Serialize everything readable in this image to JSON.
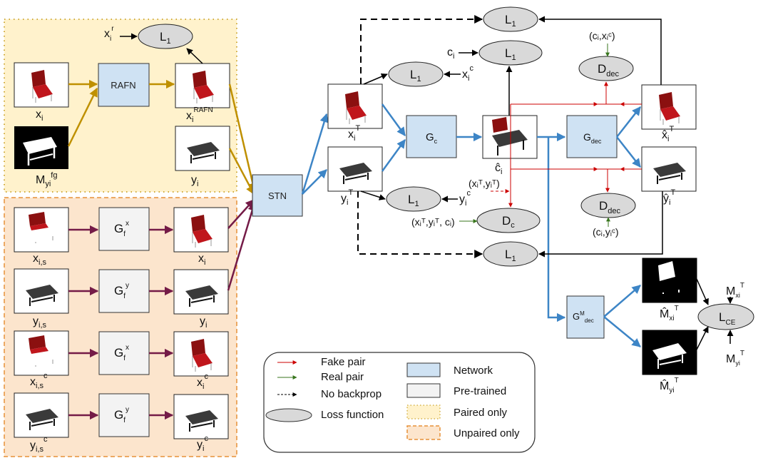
{
  "colors": {
    "paired_bg": "#fff2cc",
    "paired_border": "#bf9000",
    "unpaired_bg": "#fce5cd",
    "unpaired_border": "#e69138",
    "network_fill": "#cfe2f3",
    "pretrained_fill": "#f3f3f3",
    "loss_fill": "#d9d9d9",
    "gold_arrow": "#bf9000",
    "purple_arrow": "#741b47",
    "blue_arrow": "#3d85c6",
    "fake_pair": "#cc0000",
    "real_pair": "#38761d",
    "black": "#000000"
  },
  "networks": {
    "rafn": "RAFN",
    "stn": "STN",
    "gc_main": "G",
    "gc_sub": "c",
    "gdec_main": "G",
    "gdec_sub": "dec",
    "gmdec_main": "G",
    "gmdec_sup": "M",
    "gmdec_sub": "dec"
  },
  "pretrained": [
    {
      "main": "G",
      "sub": "f",
      "sup": "x"
    },
    {
      "main": "G",
      "sub": "f",
      "sup": "y"
    },
    {
      "main": "G",
      "sub": "f",
      "sup": "x"
    },
    {
      "main": "G",
      "sub": "f",
      "sup": "y"
    }
  ],
  "image_labels": {
    "xi": {
      "main": "x",
      "sub": "i",
      "sup": ""
    },
    "myi_fg": {
      "main": "M",
      "sub": "yi",
      "sup": "fg"
    },
    "xi_rafn": {
      "main": "x",
      "sub": "i",
      "sup": "RAFN"
    },
    "yi_paired": {
      "main": "y",
      "sub": "i",
      "sup": ""
    },
    "xis": {
      "main": "x",
      "sub": "i,s",
      "sup": ""
    },
    "xi_out": {
      "main": "x",
      "sub": "i",
      "sup": ""
    },
    "yis": {
      "main": "y",
      "sub": "i,s",
      "sup": ""
    },
    "yi_out": {
      "main": "y",
      "sub": "i",
      "sup": ""
    },
    "xis_c": {
      "main": "x",
      "sub": "i,s",
      "sup": "c"
    },
    "xi_c": {
      "main": "x",
      "sub": "i",
      "sup": "c"
    },
    "yis_c": {
      "main": "y",
      "sub": "i,s",
      "sup": "c"
    },
    "yi_c": {
      "main": "y",
      "sub": "i",
      "sup": "c"
    },
    "xiT": {
      "main": "x",
      "sub": "i",
      "sup": "T"
    },
    "yiT": {
      "main": "y",
      "sub": "i",
      "sup": "T"
    },
    "ci_hat": {
      "main": "ĉ",
      "sub": "i",
      "sup": ""
    },
    "xiT_hat": {
      "main": "x̂",
      "sub": "i",
      "sup": "T"
    },
    "yiT_hat": {
      "main": "ŷ",
      "sub": "i",
      "sup": "T"
    },
    "mxiT_hat": {
      "main": "M̂",
      "sub": "xi",
      "sup": "T"
    },
    "myiT_hat": {
      "main": "M̂",
      "sub": "yi",
      "sup": "T"
    }
  },
  "losses": {
    "l1_main": "L",
    "l1_sub": "1",
    "dc_main": "D",
    "dc_sub": "c",
    "ddec_main": "D",
    "ddec_sub": "dec",
    "lce_main": "L",
    "lce_sub": "CE"
  },
  "inputs": {
    "xi_r": {
      "main": "x",
      "sub": "i",
      "sup": "r"
    },
    "ci": {
      "main": "c",
      "sub": "i",
      "sup": ""
    },
    "xi_c_in": {
      "main": "x",
      "sub": "i",
      "sup": "c"
    },
    "yi_c_in": {
      "main": "y",
      "sub": "i",
      "sup": "c"
    },
    "xT_yT": "(xᵢᵀ,yᵢᵀ)",
    "xT_yT_c": "(xᵢᵀ,yᵢᵀ, cᵢ)",
    "ci_xic": "(cᵢ,xᵢᶜ)",
    "ci_yic": "(cᵢ,yᵢᶜ)",
    "mxiT": {
      "main": "M",
      "sub": "xi",
      "sup": "T"
    },
    "myiT": {
      "main": "M",
      "sub": "yi",
      "sup": "T"
    }
  },
  "legend": {
    "fake_pair": "Fake pair",
    "real_pair": "Real pair",
    "no_backprop": "No backprop",
    "loss_function": "Loss function",
    "network": "Network",
    "pretrained": "Pre-trained",
    "paired_only": "Paired only",
    "unpaired_only": "Unpaired only"
  }
}
